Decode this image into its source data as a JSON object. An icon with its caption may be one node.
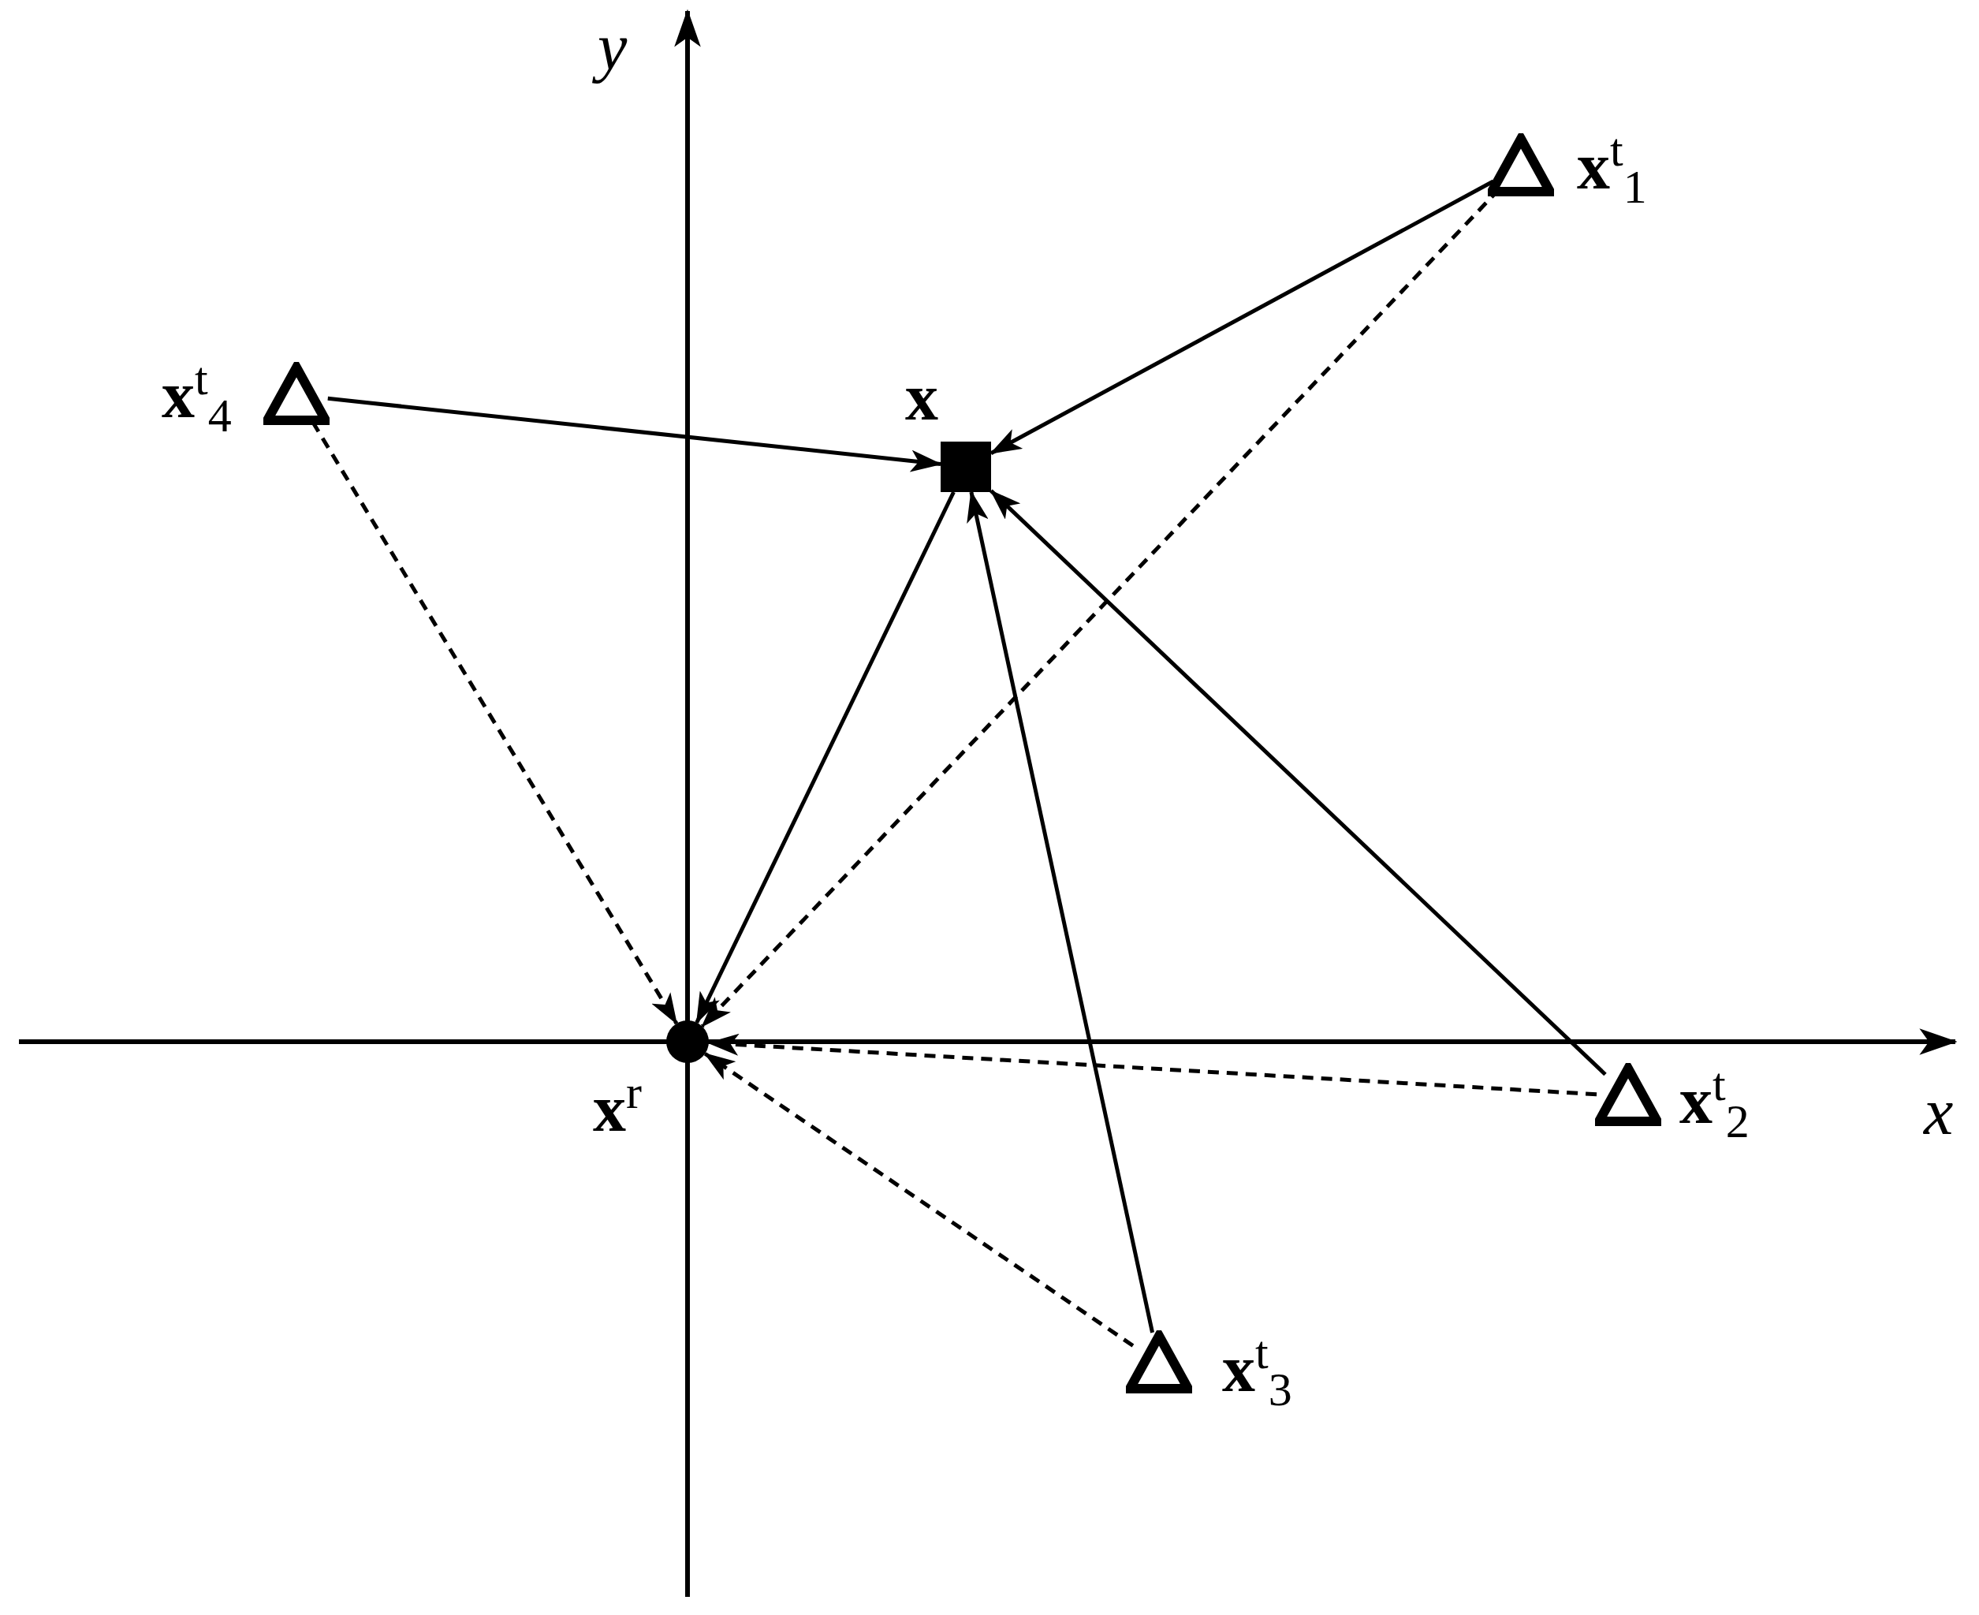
{
  "diagram": {
    "nodes": [
      {
        "text": [],
        "shape": "triangle",
        "beside": [
          "**x**$^{t}$$_{1}$"
        ]
      },
      {
        "text": [],
        "shape": "triangle",
        "beside": [
          "**x**$^{t}$$_{4}$"
        ]
      },
      {
        "text": [],
        "shape": "box",
        "beside": [
          "**x**"
        ]
      },
      {
        "text": [],
        "shape": "circle",
        "beside": [
          "**x**$^{r}$"
        ]
      },
      {
        "text": [],
        "shape": "triangle",
        "beside": [
          "**x**$^{t}$$_{2}$"
        ]
      },
      {
        "text": [],
        "shape": "triangle",
        "beside": [
          "**x**$^{t}$$_{3}$"
        ]
      }
    ],
    "edges": [
      {
        "from": 0,
        "to": 2,
        "arrow": "to"
      },
      {
        "from": 0,
        "to": 3,
        "arrow": "to",
        "style": "dashed"
      },
      {
        "from": 1,
        "to": 2,
        "arrow": "to"
      },
      {
        "from": 1,
        "to": 3,
        "arrow": "to",
        "style": "dashed"
      },
      {
        "from": 2,
        "to": 3,
        "arrow": "to"
      },
      {
        "from": 4,
        "to": 2,
        "arrow": "to"
      },
      {
        "from": 4,
        "to": 3,
        "arrow": "to",
        "style": "dashed"
      },
      {
        "from": 5,
        "to": 2,
        "arrow": "to"
      },
      {
        "from": 5,
        "to": 3,
        "arrow": "to",
        "style": "dashed"
      }
    ],
    "labels": [
      "y",
      "x"
    ]
  }
}
